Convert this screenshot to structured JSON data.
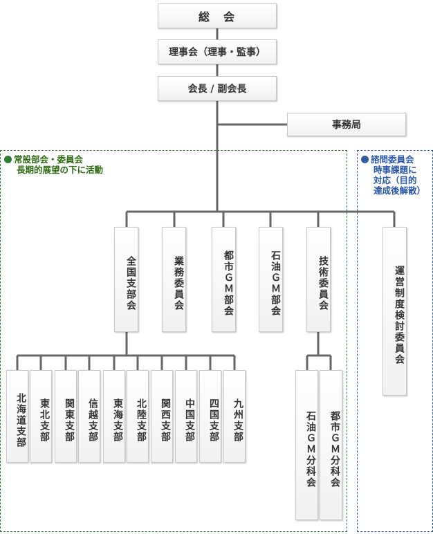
{
  "nodes": {
    "general_assembly": "総　会",
    "board": "理事会（理事・監事）",
    "chair": "会長 / 副会長",
    "secretariat": "事務局",
    "zenkoku": "全国支部会",
    "gyomu": "業務委員会",
    "toshi": "都市ＧＭ部会",
    "sekiyu": "石油ＧＭ部会",
    "gijutsu": "技術委員会",
    "unei": "運営制度検討委員会",
    "sekiyu_sub": "石油ＧＭ分科会",
    "toshi_sub": "都市ＧＭ分科会",
    "branches": [
      "北海道支部",
      "東北支部",
      "関東支部",
      "信越支部",
      "東海支部",
      "北陸支部",
      "関西支部",
      "中国支部",
      "四国支部",
      "九州支部"
    ]
  },
  "legend": {
    "standing_title": "常設部会・委員会",
    "standing_desc": "長期的展望の下に活動",
    "advisory_title": "諮問委員会",
    "advisory_desc1": "時事課題に",
    "advisory_desc2": "対応（目的",
    "advisory_desc3": "達成後解散）"
  },
  "colors": {
    "connector": "#666666",
    "standing_border": "#2e7d32",
    "advisory_border": "#2f5f9e"
  }
}
